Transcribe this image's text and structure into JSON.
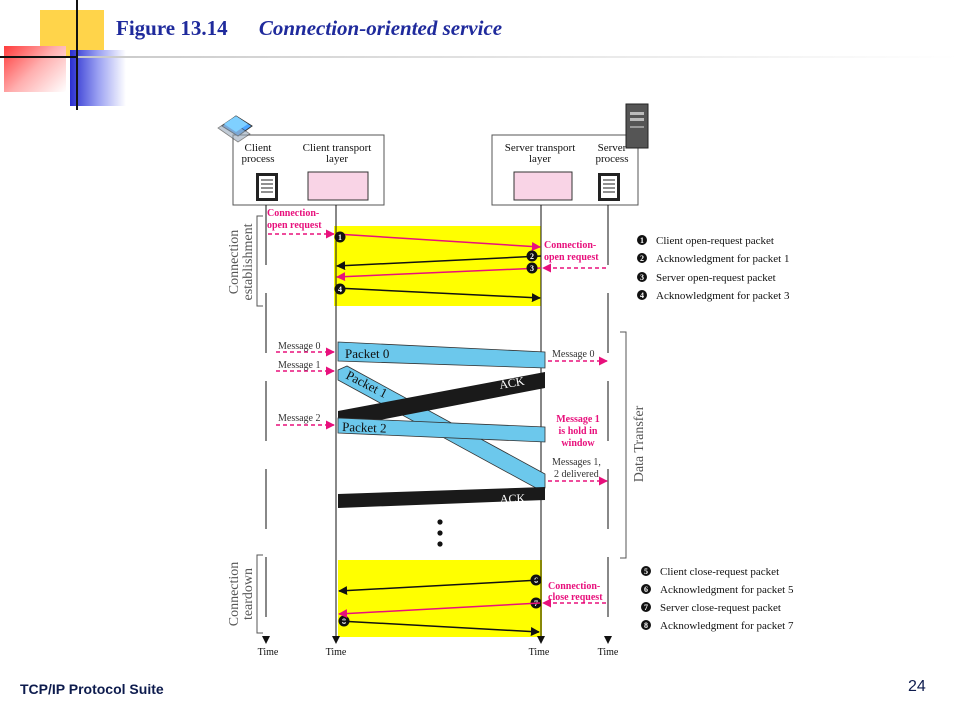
{
  "title": {
    "figure": "Figure 13.14",
    "caption": "Connection-oriented service"
  },
  "footer": {
    "suite": "TCP/IP Protocol Suite",
    "page": "24"
  },
  "colors": {
    "title": "#1f2a9c",
    "yellow": "#ffff00",
    "magenta": "#e8107c",
    "packet": "#6cc8ec",
    "ack": "#1a1a1a",
    "pink_box": "#f9d4e6"
  },
  "icons": {
    "client": "laptop-icon",
    "server": "server-tower-icon",
    "document": "document-icon"
  },
  "diagram": {
    "client_box": {
      "process": [
        "Client",
        "process"
      ],
      "transport": [
        "Client transport",
        "layer"
      ]
    },
    "server_box": {
      "transport": [
        "Server transport",
        "layer"
      ],
      "process": [
        "Server",
        "process"
      ]
    },
    "sections": {
      "establish": [
        "Connection",
        "establishment"
      ],
      "transfer": "Data Transfer",
      "teardown": [
        "Connection",
        "teardown"
      ]
    },
    "labels": {
      "conn_open_client": [
        "Connection-",
        "open request"
      ],
      "conn_open_server": [
        "Connection-",
        "open request"
      ],
      "conn_close_server": [
        "Connection-",
        "close request"
      ],
      "msg0": "Message  0",
      "msg1": "Message  1",
      "msg2": "Message  2",
      "srv_msg0": "Message  0",
      "msg1_hold": [
        "Message  1",
        "is hold in",
        "window"
      ],
      "delivered": [
        "Messages  1,",
        "2 delivered"
      ],
      "packet0": "Packet 0",
      "packet1": "Packet 1",
      "packet2": "Packet 2",
      "ack": "ACK",
      "time": "Time"
    },
    "legend_top": [
      {
        "n": "1",
        "text": "Client open-request packet"
      },
      {
        "n": "2",
        "text": "Acknowledgment for packet 1"
      },
      {
        "n": "3",
        "text": "Server open-request packet"
      },
      {
        "n": "4",
        "text": "Acknowledgment for packet 3"
      }
    ],
    "legend_bottom": [
      {
        "n": "5",
        "text": "Client close-request packet"
      },
      {
        "n": "6",
        "text": "Acknowledgment for packet 5"
      },
      {
        "n": "7",
        "text": "Server close-request packet"
      },
      {
        "n": "8",
        "text": "Acknowledgment for packet 7"
      }
    ]
  }
}
